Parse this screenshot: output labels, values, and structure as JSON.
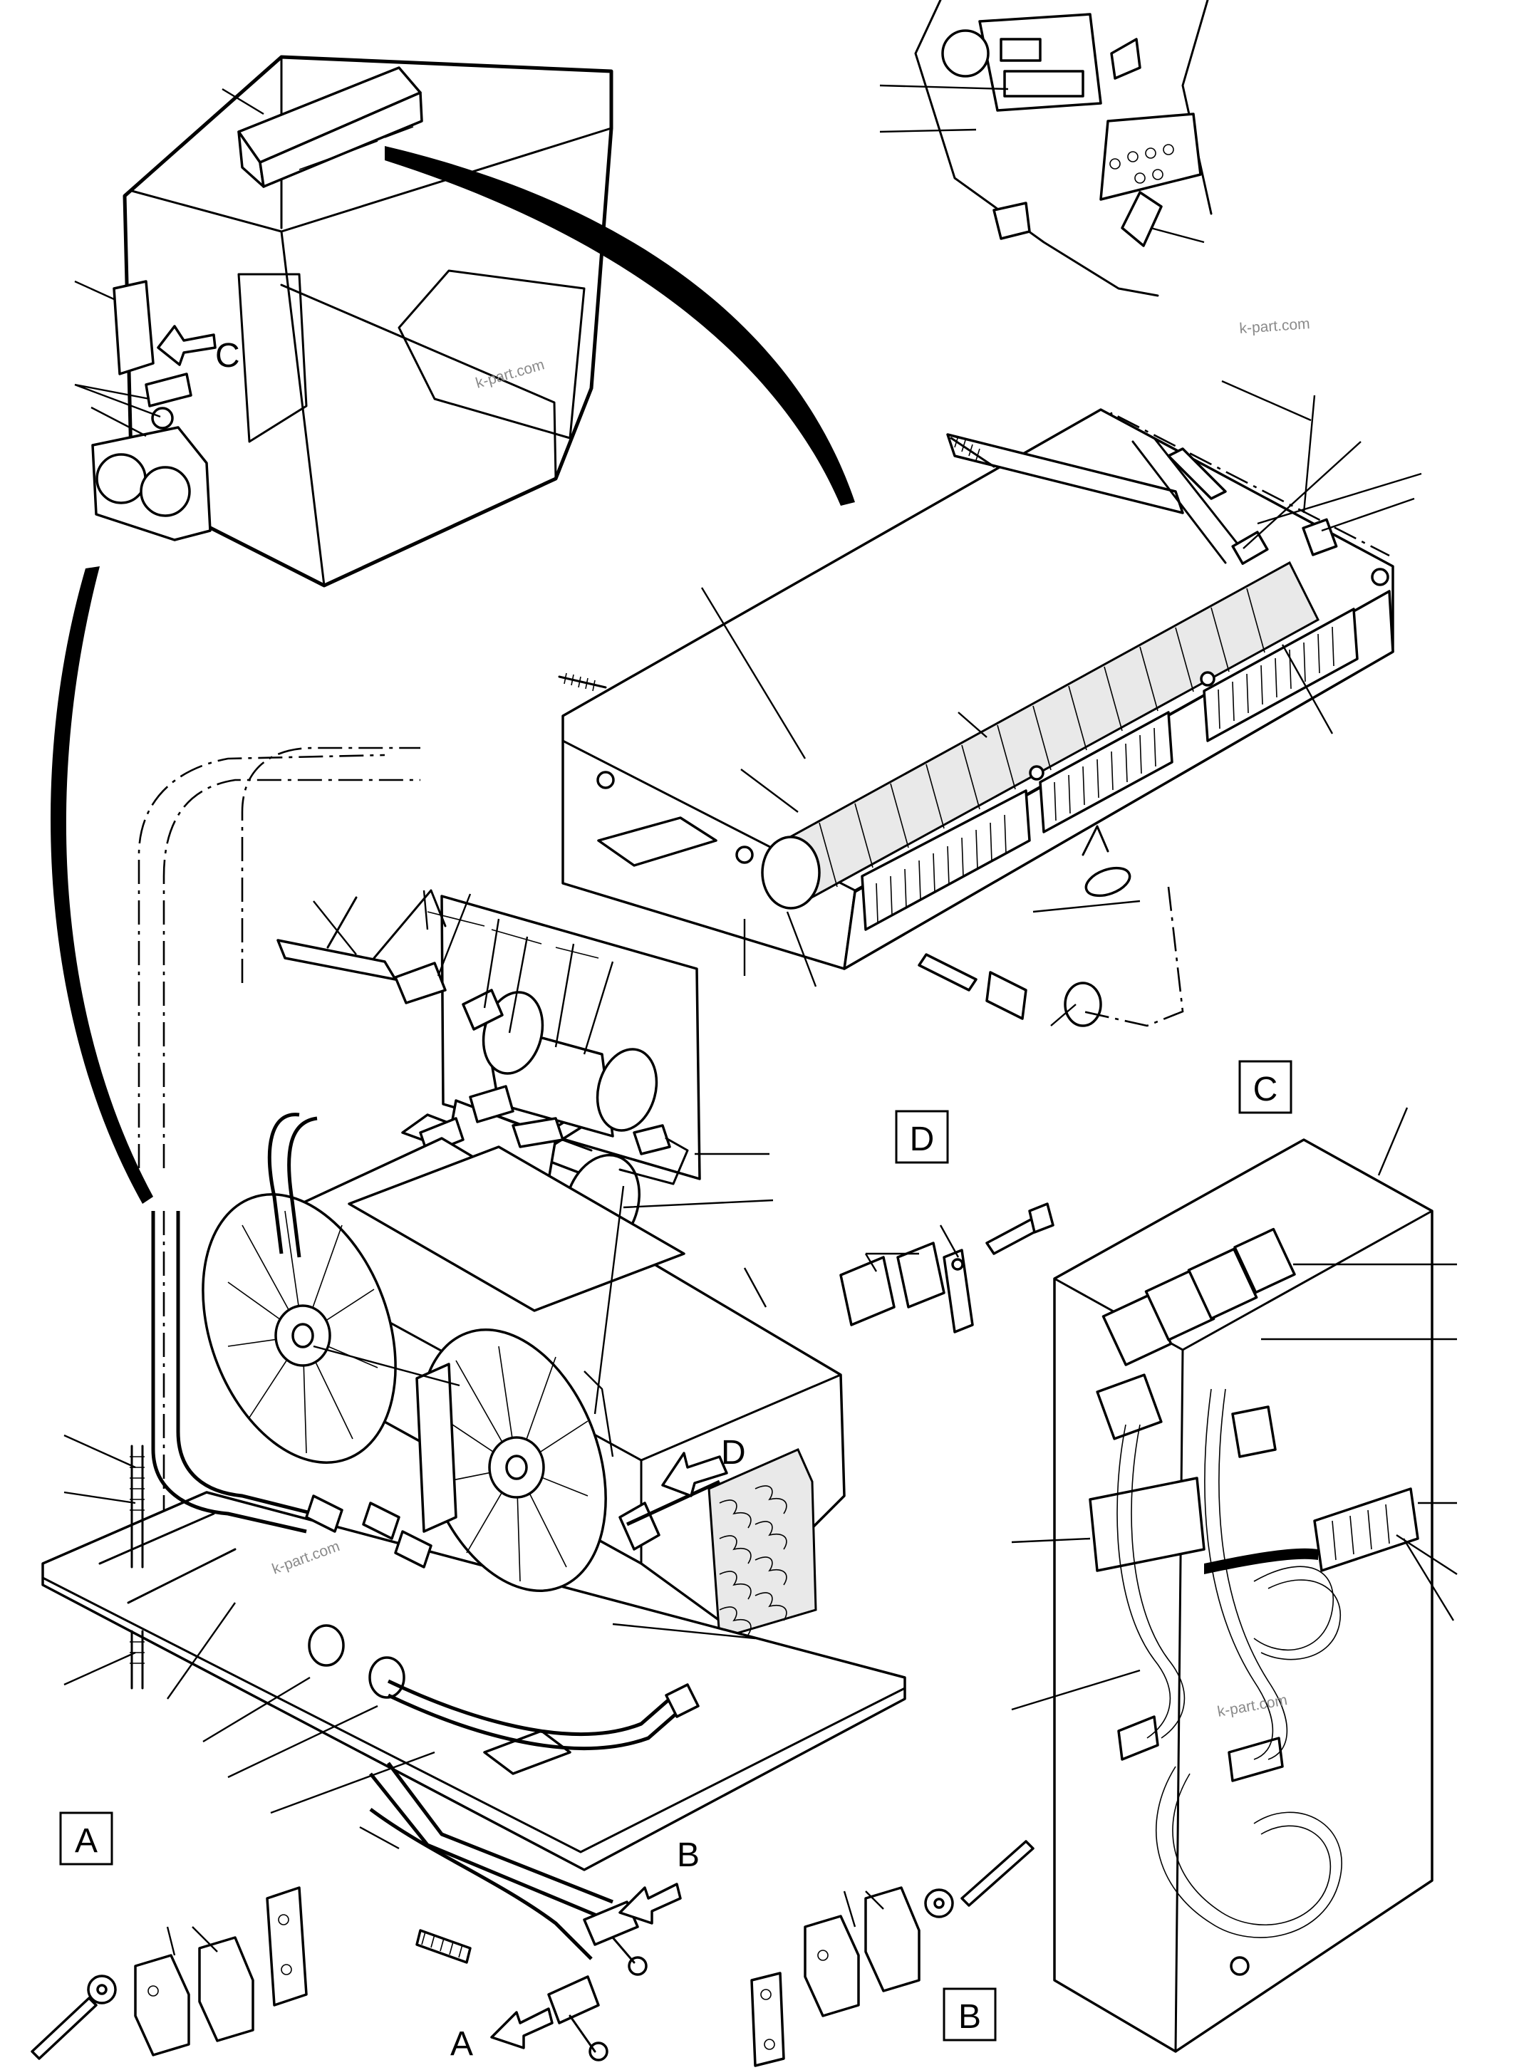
{
  "diagram": {
    "detail_labels": {
      "a": "A",
      "b": "B",
      "c": "C",
      "d": "D"
    },
    "watermark": "k-part.com"
  }
}
